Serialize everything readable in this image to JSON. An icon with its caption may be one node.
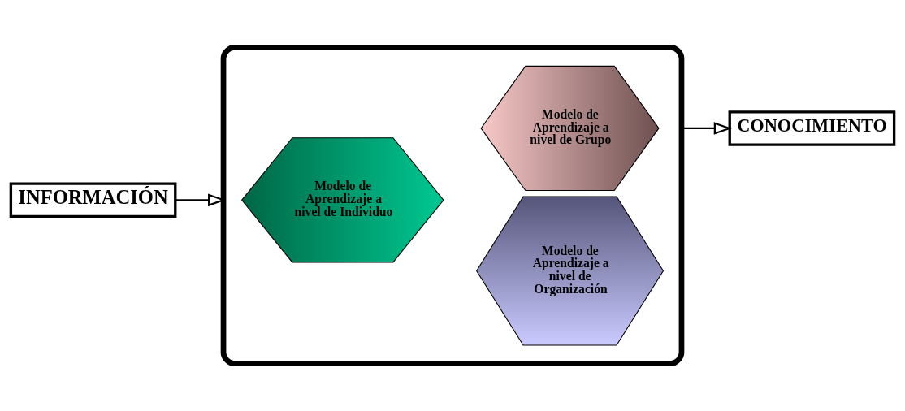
{
  "diagram": {
    "nodes": [
      {
        "text": [
          "INFORMACIÓN"
        ]
      },
      {
        "text": [],
        "shape": "hexagon"
      },
      {
        "text": [
          "Modelo de Aprendizaje a nivel de Organización"
        ],
        "in": 1
      },
      {
        "text": [
          "Modelo de Aprendizaje a nivel de Individuo"
        ],
        "in": 1
      },
      {
        "text": [
          "Modelo de Aprendizaje a nivel de Grupo"
        ],
        "in": 1
      },
      {
        "text": [
          "CONOCIMIENTO"
        ]
      }
    ],
    "edges": [
      {
        "from": 0,
        "to": 1,
        "arrow": "to"
      },
      {
        "from": 1,
        "to": 5,
        "arrow": "to"
      }
    ]
  }
}
